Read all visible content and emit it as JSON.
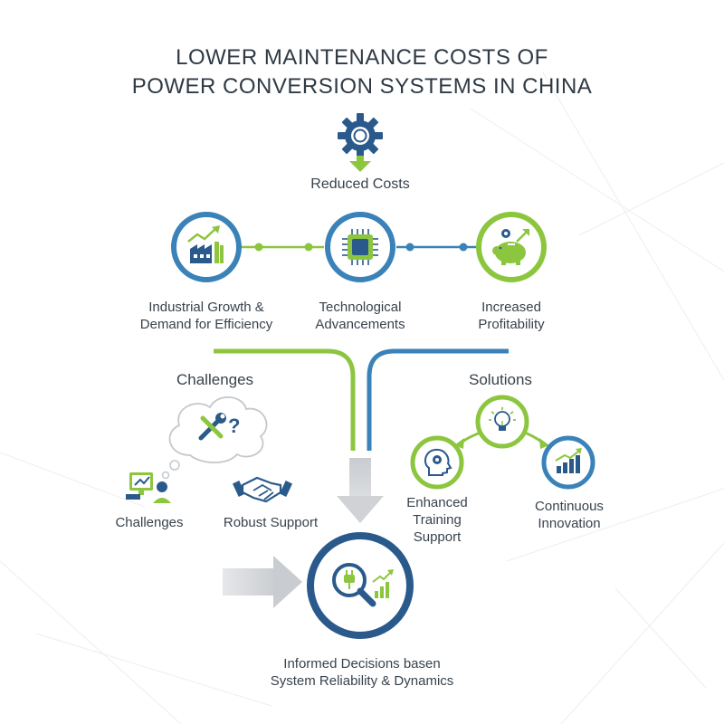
{
  "title": {
    "line1": "LOWER MAINTENANCE COSTS OF",
    "line2": "POWER CONVERSION SYSTEMS IN CHINA"
  },
  "top": {
    "label": "Reduced Costs",
    "icon": "gear-icon"
  },
  "nodes": [
    {
      "line1": "Industrial Growth &",
      "line2": "Demand for Efficiency",
      "icon": "factory-growth-icon"
    },
    {
      "line1": "Technological",
      "line2": "Advancements",
      "icon": "chip-icon"
    },
    {
      "line1": "Increased",
      "line2": "Profitability",
      "icon": "piggy-bank-icon"
    }
  ],
  "challenges": {
    "heading": "Challenges",
    "items": [
      {
        "label": "Challenges",
        "icon": "worker-computer-icon"
      },
      {
        "label": "Robust Support",
        "icon": "handshake-icon"
      }
    ],
    "thought_icon": "tools-question-icon"
  },
  "solutions": {
    "heading": "Solutions",
    "top_icon": "lightbulb-icon",
    "items": [
      {
        "line1": "Enhanced",
        "line2": "Training",
        "line3": "Support",
        "icon": "head-gear-icon"
      },
      {
        "line1": "Continuous",
        "line2": "Innovation",
        "icon": "bar-growth-icon"
      }
    ]
  },
  "result": {
    "line1": "Informed Decisions basen",
    "line2": "System Reliability & Dynamics",
    "icon": "magnifier-plug-icon"
  },
  "colors": {
    "green": "#8cc63f",
    "blue": "#3a82b8",
    "navy": "#2a5a8c",
    "gray_arrow": "#d4d6d9"
  }
}
